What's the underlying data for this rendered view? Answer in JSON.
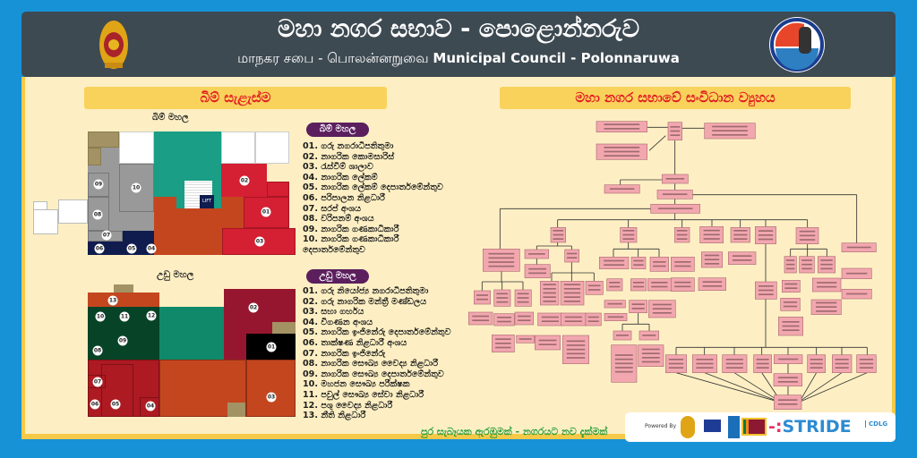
{
  "header": {
    "title": "මහා නගර සභාව - පොළොන්නරුව",
    "subtitle_si_ta": "மாநகர சபை - பொலன்னறுவை",
    "subtitle_en": "Municipal Council - Polonnaruwa",
    "left_logo": "sri-lanka-emblem",
    "right_logo": "municipal-council-seal"
  },
  "floorplan": {
    "heading": "බිම් සැළැස්ම",
    "lift_label": "LIFT",
    "ground": {
      "title": "බිම් මහල",
      "legend_title": "බිම් මහල",
      "rooms": [
        "01",
        "02",
        "03",
        "04",
        "05",
        "06",
        "07",
        "08",
        "09",
        "10"
      ],
      "legend": [
        "01. ගරු නගරාධිපතිතුමා",
        "02. නාගරික කොමසාරිස්",
        "03. රැස්වීම් ශාලාව",
        "04. නාගරික ලේකම්",
        "05. නාගරික ලේකම් දෙපාර්තමේන්තුව",
        "06. පරිපාලන නිළධාරී",
        "07. සරප් අංශය",
        "08. වරිපනම් අංශය",
        "09. නාගරික ගණකාධිකාරී",
        "10. නාගරික ගණකාධිකාරී දෙපාර්තමේන්තුව"
      ]
    },
    "upper": {
      "title": "උඩු මහල",
      "legend_title": "උඩු මහල",
      "rooms": [
        "01",
        "02",
        "03",
        "04",
        "05",
        "06",
        "07",
        "08",
        "09",
        "10",
        "11",
        "12",
        "13"
      ],
      "legend": [
        "01. ගරු නියෝජ්‍ය නගරාධිපතිතුමා",
        "02. ගරු නාගරික මන්ත්‍රී මණ්ඩලය",
        "03. සභා ගර්භය",
        "04. විගණන අංශය",
        "05. නාගරික ඉංජිනේරු දෙපාර්තමේන්තුව",
        "06. තාක්ෂණ නිළධාරී අංශය",
        "07. නාගරික ඉංජිනේරු",
        "08. නාගරික සෞඛ්‍ය වෛද්‍ය නිළධාරී",
        "09. නාගරික සෞඛ්‍ය දෙපාර්තමේන්තුව",
        "10. මහජන සෞඛ්‍ය පරීක්ෂක",
        "11. පවුල් සෞඛ්‍ය සේවා නිළධාරී",
        "12. පශු වෛද්‍ය නිළධාරී",
        "13. නීති නිළධාරී"
      ]
    }
  },
  "org_chart": {
    "heading": "මහා නගර සභාවේ සංවිධාන ව්‍යුහය"
  },
  "footer": {
    "slogan": "පුර සැබෑයක ඇරඹුමක් - නගරයට නව දැක්මක්",
    "powered_by": "Powered By",
    "stride": "STRIDE",
    "cdlg": "CDLG"
  },
  "colors": {
    "frame": "#1792d6",
    "header": "#3e4a52",
    "panel": "#fdefc3",
    "accent_yellow": "#f9d25c",
    "heading_red": "#e11a22",
    "pill_purple": "#5b1f5e",
    "org_box": "#f2a7ae"
  }
}
